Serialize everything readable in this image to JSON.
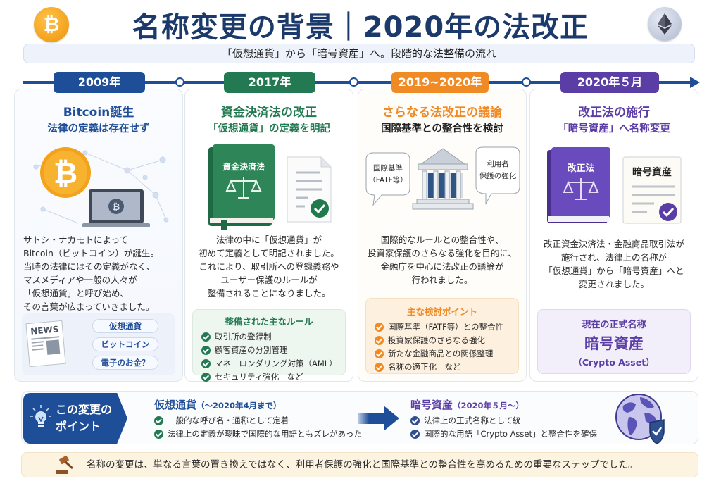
{
  "header": {
    "title": "名称変更の背景｜2020年の法改正",
    "subtitle": "「仮想通貨」から「暗号資産」へ。段階的な法整備の流れ",
    "left_icon": "bitcoin-coin-icon",
    "left_icon_glyph": "₿",
    "right_icon": "ethereum-coin-icon"
  },
  "colors": {
    "navy": "#1b3a6b",
    "blue": "#1f4e99",
    "green": "#237a52",
    "orange": "#f08a24",
    "purple": "#5b3da6",
    "timeline": "#1f4e99"
  },
  "timeline": [
    {
      "year": "2009年",
      "color": "#1f4e99",
      "heading": "Bitcoin誕生",
      "subheading": "法律の定義は存在せず",
      "illustration": "bitcoin-coin-laptop-network",
      "body": "サトシ・ナカモトによって\nBitcoin（ビットコイン）が誕生。\n当時の法律にはその定義がなく、\nマスメディアや一般の人々が\n「仮想通貨」と呼び始め、\nその言葉が広まっていきました。",
      "news_label": "NEWS",
      "tags": [
        "仮想通貨",
        "ビットコイン",
        "電子のお金？"
      ]
    },
    {
      "year": "2017年",
      "color": "#237a52",
      "heading": "資金決済法の改正",
      "subheading": "「仮想通貨」の定義を明記",
      "illustration": "law-book-and-approved-document",
      "book_label": "資金決済法",
      "body": "法律の中に「仮想通貨」が\n初めて定義として明記されました。\nこれにより、取引所への登録義務や\nユーザー保護のルールが\n整備されることになりました。",
      "box_title": "整備された主なルール",
      "box_items": [
        "取引所の登録制",
        "顧客資産の分別管理",
        "マネーロンダリング対策（AML）",
        "セキュリティ強化　など"
      ]
    },
    {
      "year": "2019~2020年",
      "color": "#f08a24",
      "heading": "さらなる法改正の議論",
      "subheading": "国際基準との整合性を検討",
      "illustration": "government-building-with-speech-bubbles",
      "bubble_left": "国際基準\n（FATF等）",
      "bubble_right": "利用者\n保護の強化",
      "body": "国際的なルールとの整合性や、\n投資家保護のさらなる強化を目的に、\n金融庁を中心に法改正の議論が\n行われました。",
      "box_title": "主な検討ポイント",
      "box_items": [
        "国際基準（FATF等）との整合性",
        "投資家保護のさらなる強化",
        "新たな金融商品との関係整理",
        "名称の適正化　など"
      ]
    },
    {
      "year": "2020年５月",
      "color": "#5b3da6",
      "heading": "改正法の施行",
      "subheading": "「暗号資産」へ名称変更",
      "illustration": "amended-law-book-and-document",
      "book_label": "改正法",
      "doc_label": "暗号資産",
      "body": "改正資金決済法・金融商品取引法が\n施行され、法律上の名称が\n「仮想通貨」から「暗号資産」へと\n変更されました。",
      "box_title": "現在の正式名称",
      "box_main": "暗号資産",
      "box_sub": "（Crypto Asset）"
    }
  ],
  "points": {
    "label": "この変更の\nポイント",
    "icon": "lightbulb-icon",
    "before": {
      "title": "仮想通貨",
      "period": "（〜2020年4月まで）",
      "items": [
        "一般的な呼び名・通称として定着",
        "法律上の定義が曖昧で国際的な用語ともズレがあった"
      ]
    },
    "after": {
      "title": "暗号資産",
      "period": "（2020年５月〜）",
      "items": [
        "法律上の正式名称として統一",
        "国際的な用語「Crypto Asset」と整合性を確保"
      ]
    },
    "illustration": "globe-with-shield-icon"
  },
  "conclusion": {
    "icon": "gavel-icon",
    "text": "名称の変更は、単なる言葉の置き換えではなく、利用者保護の強化と国際基準との整合性を高めるための重要なステップでした。"
  }
}
